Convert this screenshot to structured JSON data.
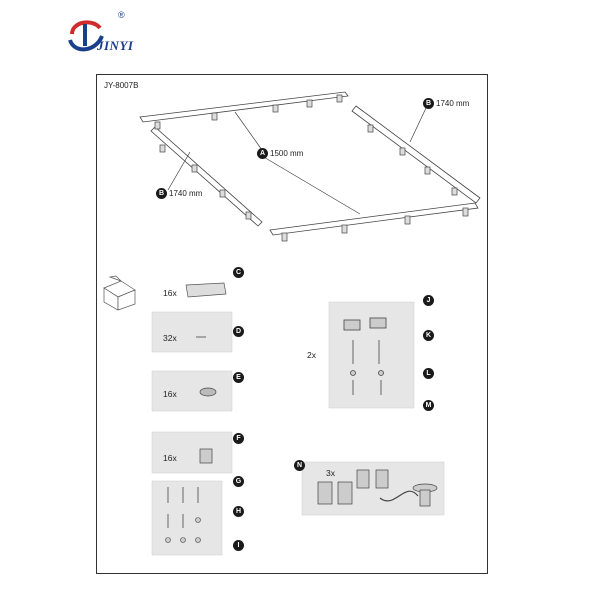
{
  "brand": {
    "name": "JINYI",
    "registered": "®"
  },
  "model": "JY-8007B",
  "parts": {
    "A": {
      "letter": "A",
      "dimension": "1500 mm"
    },
    "B1": {
      "letter": "B",
      "dimension": "1740 mm"
    },
    "B2": {
      "letter": "B",
      "dimension": "1740 mm"
    },
    "C": {
      "letter": "C",
      "quantity": "16x"
    },
    "D": {
      "letter": "D",
      "quantity": "32x"
    },
    "E": {
      "letter": "E",
      "quantity": "16x"
    },
    "F": {
      "letter": "F",
      "quantity": "16x"
    },
    "G": {
      "letter": "G"
    },
    "H": {
      "letter": "H"
    },
    "I": {
      "letter": "I"
    },
    "J": {
      "letter": "J"
    },
    "K": {
      "letter": "K"
    },
    "L": {
      "letter": "L"
    },
    "M": {
      "letter": "M"
    },
    "JKLM_qty": "2x",
    "N": {
      "letter": "N",
      "quantity": "3x"
    }
  },
  "colors": {
    "brand_blue": "#1c3f8c",
    "brand_red": "#d22b2b",
    "badge": "#1a1a1a",
    "bag": "#e6e6e6"
  }
}
